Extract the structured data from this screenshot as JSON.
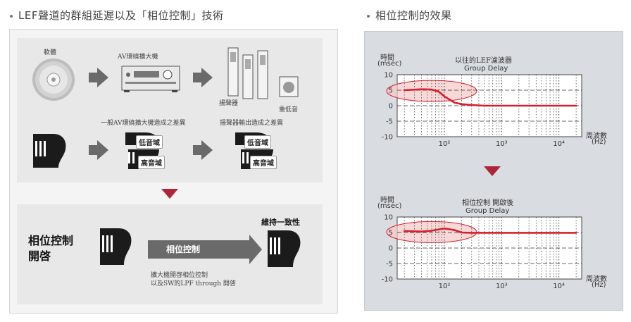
{
  "left": {
    "heading": "LEF聲道的群組延遲以及「相位控制」技術",
    "labels": {
      "disc": "軟體",
      "amp": "AV環繞擴大機",
      "speaker": "揚聲器",
      "subwoofer": "重低音",
      "amp_diff": "一般AV環繞擴大機造成之差異",
      "speaker_diff": "揚聲器輸出造成之差異",
      "low": "低音域",
      "high": "高音域",
      "phase_on_1": "相位控制",
      "phase_on_2": "開啓",
      "phase_arrow": "相位控制",
      "consistent": "維持一致性",
      "note_1": "擴大機開啓相位控制",
      "note_2": "以及SW的LPF through 開啓"
    }
  },
  "right": {
    "heading": "相位控制的效果",
    "charts_text": {
      "top_title_1": "以往的LEF濾波器",
      "top_title_2": "Group Delay",
      "bottom_title_1": "相位控制 開啟後",
      "bottom_title_2": "Group Delay",
      "ylabel_1": "時間",
      "ylabel_2": "(msec)",
      "xlabel_1": "周波數",
      "xlabel_2": "(Hz)"
    }
  },
  "chart_data": [
    {
      "type": "line",
      "title": "以往的LEF濾波器 Group Delay",
      "xlabel": "周波數 (Hz)",
      "ylabel": "時間 (msec)",
      "x_scale": "log",
      "x_ticks": [
        "10²",
        "10³",
        "10⁴"
      ],
      "y_ticks": [
        10,
        5,
        0,
        -5,
        -10
      ],
      "ylim": [
        -10,
        10
      ],
      "x": [
        20,
        40,
        60,
        80,
        100,
        150,
        200,
        300,
        500,
        1000,
        3000,
        10000,
        20000
      ],
      "values": [
        5,
        5.3,
        5.2,
        4.5,
        3,
        1,
        0.5,
        0.2,
        0,
        0,
        0,
        0,
        0
      ],
      "color": "#d81e2c",
      "grid": true
    },
    {
      "type": "line",
      "title": "相位控制 開啟後 Group Delay",
      "xlabel": "周波數 (Hz)",
      "ylabel": "時間 (msec)",
      "x_scale": "log",
      "x_ticks": [
        "10²",
        "10³",
        "10⁴"
      ],
      "y_ticks": [
        10,
        5,
        0,
        -5,
        -10
      ],
      "ylim": [
        -10,
        10
      ],
      "x": [
        20,
        40,
        60,
        80,
        100,
        150,
        200,
        300,
        500,
        1000,
        3000,
        10000,
        20000
      ],
      "values": [
        5.5,
        5.3,
        5.6,
        6.0,
        6.3,
        5.8,
        5.0,
        4.9,
        4.9,
        4.9,
        4.9,
        4.9,
        4.9
      ],
      "color": "#d81e2c",
      "grid": true
    }
  ],
  "colors": {
    "accent_red": "#b0243a",
    "curve_red": "#d81e2c",
    "highlight": "#f7c9c7",
    "arrow_grey": "#6a6a6a"
  }
}
